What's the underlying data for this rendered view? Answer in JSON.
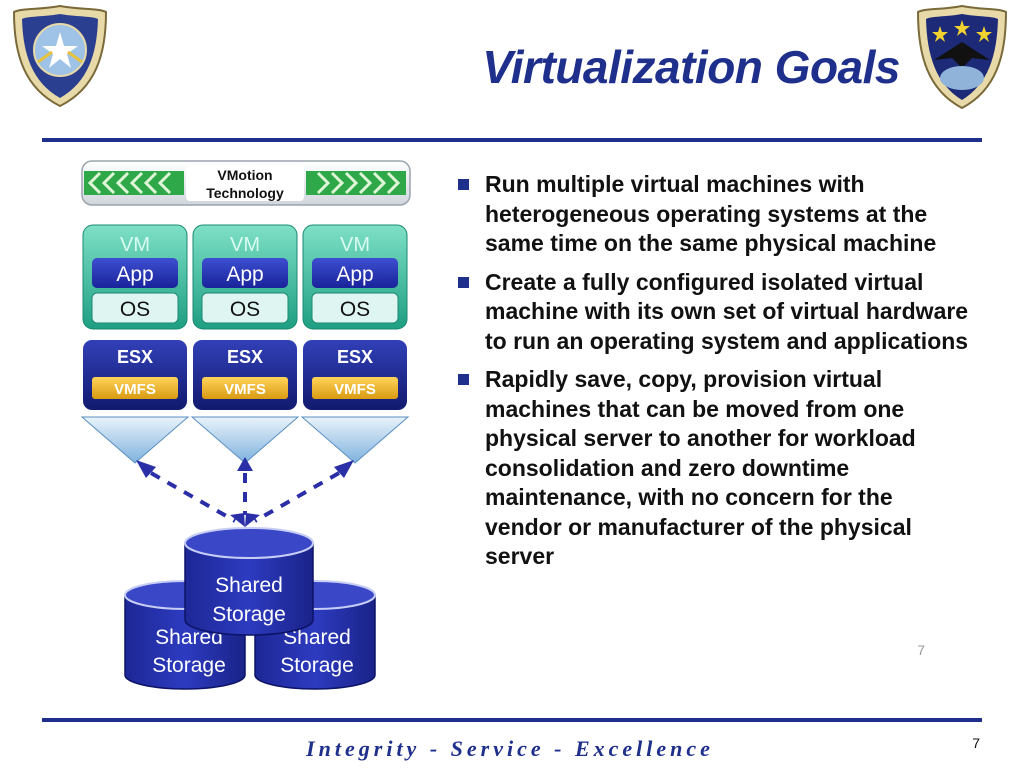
{
  "slide": {
    "title": "Virtualization Goals",
    "slide_number": "7",
    "footer_number": "7",
    "footer_motto": "Integrity - Service - Excellence"
  },
  "diagram": {
    "vmotion_line1": "VMotion",
    "vmotion_line2": "Technology",
    "vm_label": "VM",
    "app_label": "App",
    "os_label": "OS",
    "esx_label": "ESX",
    "vmfs_label": "VMFS",
    "storage_line1": "Shared",
    "storage_line2": "Storage"
  },
  "bullets": [
    "Run multiple virtual machines with heterogeneous operating systems at the same time on the same physical machine",
    "Create a fully configured isolated virtual machine with its own set of virtual hardware to run an operating system and applications",
    "Rapidly save, copy, provision virtual machines that can be moved from one physical server to another for workload consolidation and zero downtime maintenance, with no concern for the vendor or manufacturer of the physical server"
  ],
  "colors": {
    "brand_blue": "#1f2f8c",
    "vm_green": "#2fb59a",
    "esx_navy": "#1a237e",
    "vmfs_gold": "#e8b21e",
    "storage_blue": "#2531a6"
  }
}
